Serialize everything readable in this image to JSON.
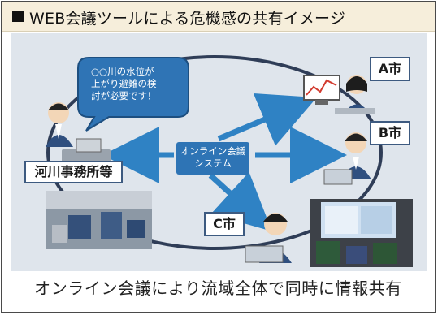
{
  "header": {
    "title": "WEB会議ツールによる危機感の共有イメージ"
  },
  "bubble": {
    "line1": "○○川の水位が",
    "line2": "上がり避難の検",
    "line3": "討が必要です！"
  },
  "center_box": {
    "line1": "オンライン会議",
    "line2": "システム"
  },
  "labels": {
    "office": "河川事務所等",
    "city_a": "A市",
    "city_b": "B市",
    "city_c": "C市"
  },
  "caption": "オンライン会議により流域全体で同時に情報共有",
  "colors": {
    "header_bg": "#f6eedb",
    "panel_bg": "#dfe5ec",
    "accent": "#2f82c4",
    "box": "#2e74b5"
  }
}
